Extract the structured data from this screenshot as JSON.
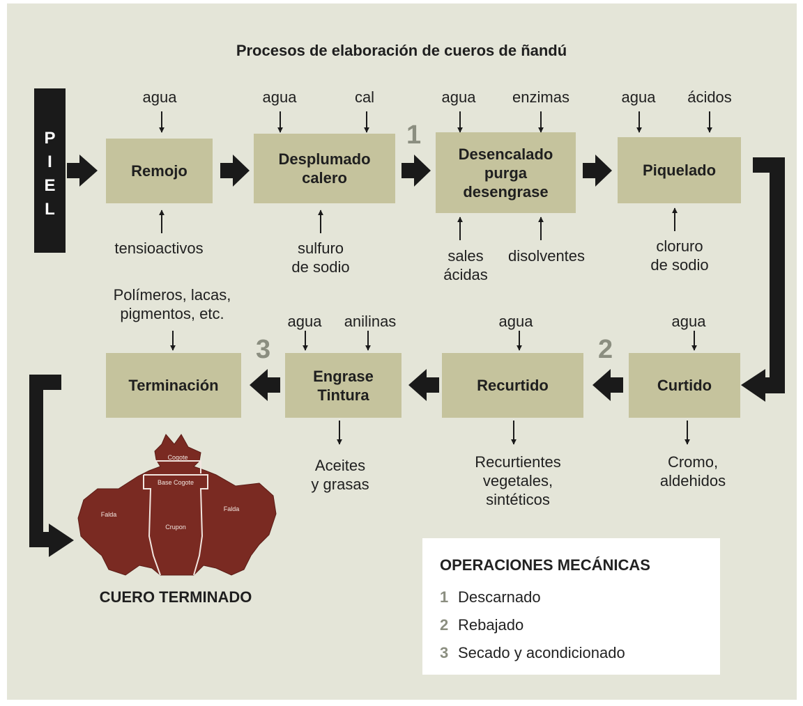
{
  "title": "Procesos de elaboración de cueros de ñandú",
  "piel_letters": [
    "P",
    "I",
    "E",
    "L"
  ],
  "processes": {
    "remojo": "Remojo",
    "desplumado": "Desplumado\ncalero",
    "desencalado": "Desencalado\npurga\ndesengrase",
    "piquelado": "Piquelado",
    "curtido": "Curtido",
    "recurtido": "Recurtido",
    "engrase": "Engrase\nTintura",
    "terminacion": "Terminación"
  },
  "inputs": {
    "remojo_top": "agua",
    "remojo_bottom": "tensioactivos",
    "desplumado_top1": "agua",
    "desplumado_top2": "cal",
    "desplumado_bottom": "sulfuro\nde sodio",
    "desencalado_top1": "agua",
    "desencalado_top2": "enzimas",
    "desencalado_bottom1": "sales\nácidas",
    "desencalado_bottom2": "disolventes",
    "piquelado_top1": "agua",
    "piquelado_top2": "ácidos",
    "piquelado_bottom": "cloruro\nde sodio",
    "curtido_top": "agua",
    "curtido_bottom": "Cromo,\naldehidos",
    "recurtido_top": "agua",
    "recurtido_bottom": "Recurtientes\nvegetales,\nsintéticos",
    "engrase_top1": "agua",
    "engrase_top2": "anilinas",
    "engrase_bottom": "Aceites\ny grasas",
    "terminacion_top": "Polímeros, lacas,\npigmentos, etc."
  },
  "step_numbers": [
    "1",
    "2",
    "3"
  ],
  "leather_labels": {
    "cogote": "Cogote",
    "base_cogote": "Base Cogote",
    "falda_left": "Falda",
    "falda_right": "Falda",
    "crupon": "Crupon"
  },
  "result": "CUERO TERMINADO",
  "legend": {
    "title": "OPERACIONES MECÁNICAS",
    "items": [
      {
        "num": "1",
        "label": "Descarnado"
      },
      {
        "num": "2",
        "label": "Rebajado"
      },
      {
        "num": "3",
        "label": "Secado y acondicionado"
      }
    ]
  },
  "colors": {
    "background": "#e4e5d8",
    "box": "#c5c39d",
    "arrow": "#1a1a1a",
    "step_number": "#8b8e80",
    "leather": "#7a2a22"
  }
}
